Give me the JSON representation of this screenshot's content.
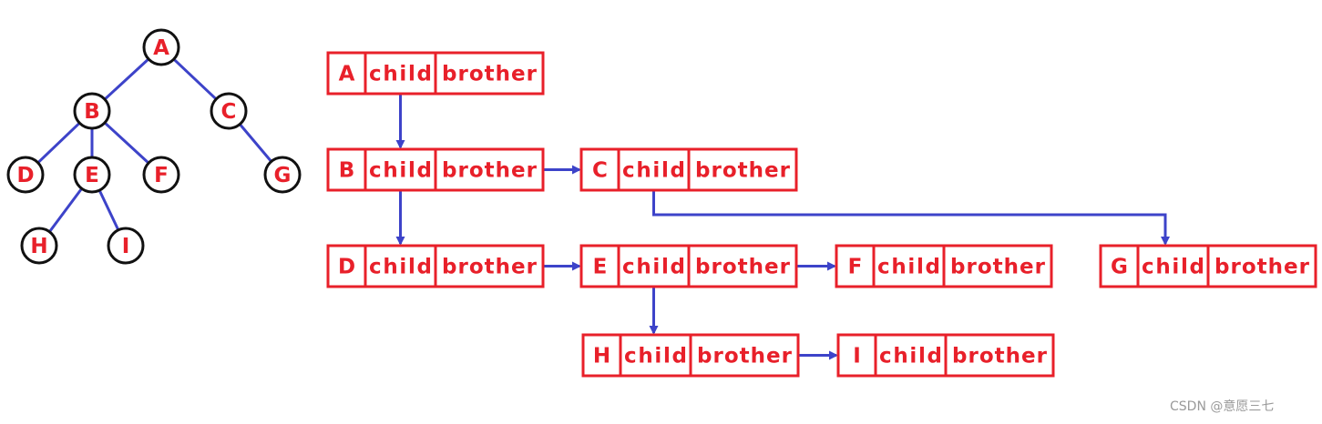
{
  "colors": {
    "node_text": "#e8202a",
    "edge": "#3d43c9",
    "box": "#e8202a",
    "circle": "#111111"
  },
  "tree": {
    "nodes": [
      "A",
      "B",
      "C",
      "D",
      "E",
      "F",
      "G",
      "H",
      "I"
    ],
    "edges": [
      [
        "A",
        "B"
      ],
      [
        "A",
        "C"
      ],
      [
        "B",
        "D"
      ],
      [
        "B",
        "E"
      ],
      [
        "B",
        "F"
      ],
      [
        "C",
        "G"
      ],
      [
        "E",
        "H"
      ],
      [
        "E",
        "I"
      ]
    ]
  },
  "records": [
    {
      "id": "A",
      "label": "A",
      "child": "child",
      "brother": "brother"
    },
    {
      "id": "B",
      "label": "B",
      "child": "child",
      "brother": "brother"
    },
    {
      "id": "C",
      "label": "C",
      "child": "child",
      "brother": "brother"
    },
    {
      "id": "D",
      "label": "D",
      "child": "child",
      "brother": "brother"
    },
    {
      "id": "E",
      "label": "E",
      "child": "child",
      "brother": "brother"
    },
    {
      "id": "F",
      "label": "F",
      "child": "child",
      "brother": "brother"
    },
    {
      "id": "G",
      "label": "G",
      "child": "child",
      "brother": "brother"
    },
    {
      "id": "H",
      "label": "H",
      "child": "child",
      "brother": "brother"
    },
    {
      "id": "I",
      "label": "I",
      "child": "child",
      "brother": "brother"
    }
  ],
  "links": [
    {
      "from": "A",
      "field": "child",
      "to": "B"
    },
    {
      "from": "B",
      "field": "child",
      "to": "D"
    },
    {
      "from": "B",
      "field": "brother",
      "to": "C"
    },
    {
      "from": "C",
      "field": "child",
      "to": "G"
    },
    {
      "from": "D",
      "field": "brother",
      "to": "E"
    },
    {
      "from": "E",
      "field": "child",
      "to": "H"
    },
    {
      "from": "E",
      "field": "brother",
      "to": "F"
    },
    {
      "from": "H",
      "field": "brother",
      "to": "I"
    }
  ],
  "watermark": "CSDN @意愿三七"
}
